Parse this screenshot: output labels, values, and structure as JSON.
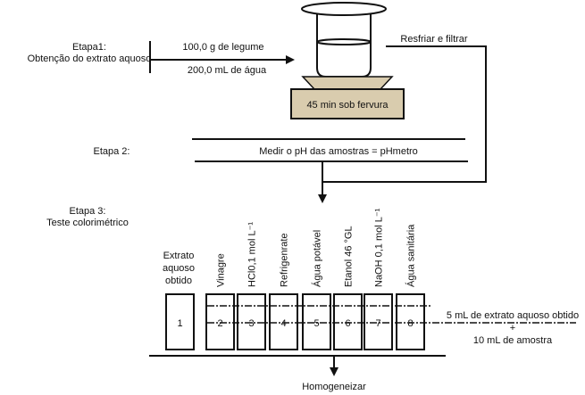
{
  "stage1": {
    "title": "Etapa1:",
    "subtitle": "Obtenção do extrato aquoso",
    "input_top": "100,0 g de legume",
    "input_bottom": "200,0 mL de água",
    "heater_label": "45 min sob fervura",
    "cool_filter_label": "Resfriar e filtrar"
  },
  "stage2": {
    "title": "Etapa 2:",
    "instruction": "Medir o pH das amostras = pHmetro"
  },
  "stage3": {
    "title": "Etapa 3:",
    "subtitle": "Teste colorimétrico",
    "reference_label": [
      "Extrato",
      "aquoso",
      "obtido"
    ],
    "samples": [
      {
        "number": "1",
        "label": ""
      },
      {
        "number": "2",
        "label": "Vinagre"
      },
      {
        "number": "3",
        "label": "HCl0,1 mol L⁻¹"
      },
      {
        "number": "4",
        "label": "Refrigenrate"
      },
      {
        "number": "5",
        "label": "Água potável"
      },
      {
        "number": "6",
        "label": "Etanol 46 °GL"
      },
      {
        "number": "7",
        "label": "NaOH 0,1 mol L⁻¹"
      },
      {
        "number": "8",
        "label": "Água sanitária"
      }
    ],
    "mix_line1": "5 mL de extrato aquoso obtido",
    "mix_plus": "+",
    "mix_line2": "10 mL de amostra",
    "final_step": "Homogeneizar"
  },
  "colors": {
    "heater_fill": "#d9ccae",
    "line": "#111111"
  }
}
